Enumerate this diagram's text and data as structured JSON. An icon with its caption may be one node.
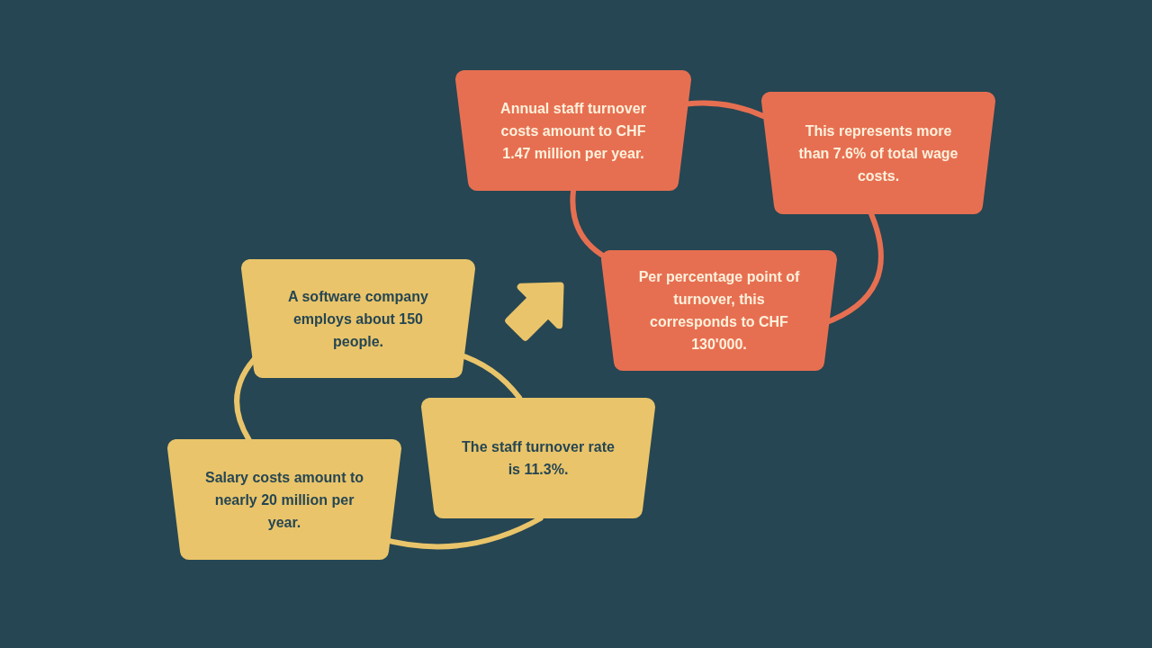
{
  "diagram": {
    "nodes": [
      {
        "text": [
          "A software company employs about 150 people."
        ]
      },
      {
        "text": [
          "The staff turnover rate is 11.3%."
        ]
      },
      {
        "text": [
          "Salary costs amount to nearly 20 million per year."
        ]
      },
      {
        "text": [
          "Annual staff turnover costs amount to CHF 1.47 million per year."
        ]
      },
      {
        "text": [
          "This represents more than 7.6% of total wage costs."
        ]
      },
      {
        "text": [
          "Per percentage point of turnover, this corresponds to CHF 130'000."
        ]
      }
    ],
    "edges": [
      {
        "from": 0,
        "to": 1,
        "arrow": "none"
      },
      {
        "from": 1,
        "to": 2,
        "arrow": "none"
      },
      {
        "from": 2,
        "to": 0,
        "arrow": "none"
      },
      {
        "from": 3,
        "to": 4,
        "arrow": "none",
        "color": "#e76f51"
      },
      {
        "from": 4,
        "to": 5,
        "arrow": "none",
        "color": "#e76f51"
      },
      {
        "from": 5,
        "to": 3,
        "arrow": "none",
        "color": "#e76f51"
      },
      {
        "from": 0,
        "to": 5,
        "arrow": "to"
      }
    ]
  }
}
